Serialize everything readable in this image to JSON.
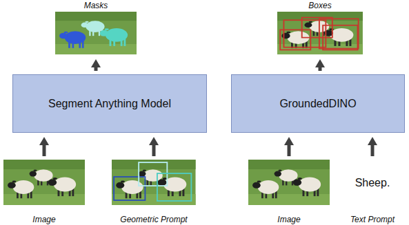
{
  "diagram": {
    "nodes": [
      {
        "text": [
          "Masks"
        ]
      },
      {
        "text": [
          "Boxes"
        ]
      },
      {
        "text": [
          "Segment Anything Model"
        ]
      },
      {
        "text": [
          "GroundedDINO"
        ]
      },
      {
        "text": [
          "Image"
        ]
      },
      {
        "text": [
          "Geometric Prompt"
        ]
      },
      {
        "text": [
          "Image"
        ]
      },
      {
        "text": [
          "Sheep.",
          "Text Prompt"
        ]
      }
    ],
    "edges": [
      {
        "from": 2,
        "to": 0,
        "arrow": "to"
      },
      {
        "from": 3,
        "to": 1,
        "arrow": "to"
      },
      {
        "from": 4,
        "to": 2,
        "arrow": "to"
      },
      {
        "from": 5,
        "to": 2,
        "arrow": "to"
      },
      {
        "from": 6,
        "to": 3,
        "arrow": "to"
      },
      {
        "from": 7,
        "to": 3,
        "arrow": "to"
      }
    ]
  }
}
